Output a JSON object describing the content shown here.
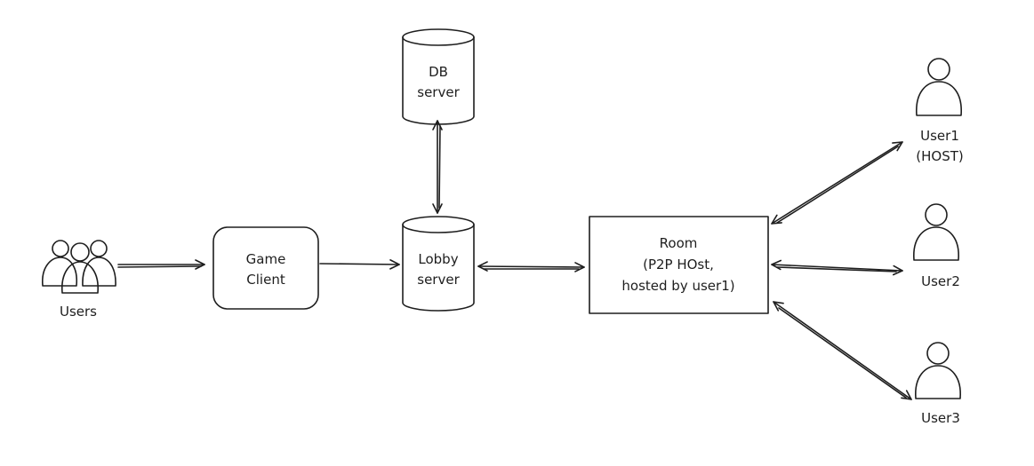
{
  "nodes": {
    "users": {
      "label": "Users"
    },
    "game_client": {
      "line1": "Game",
      "line2": "Client"
    },
    "db_server": {
      "line1": "DB",
      "line2": "server"
    },
    "lobby_server": {
      "line1": "Lobby",
      "line2": "server"
    },
    "room": {
      "line1": "Room",
      "line2": "(P2P HOst,",
      "line3": "hosted by user1)"
    },
    "user1": {
      "line1": "User1",
      "line2": "(HOST)"
    },
    "user2": {
      "label": "User2"
    },
    "user3": {
      "label": "User3"
    }
  },
  "colors": {
    "stroke": "#1e1e1e",
    "cylinder_fill": "#ced4da",
    "room_fill": "#e9ecef",
    "person_fill": "#ced4da",
    "hatch": "#a9a9a9"
  },
  "edges": [
    {
      "from": "users",
      "to": "game_client",
      "direction": "forward"
    },
    {
      "from": "game_client",
      "to": "lobby_server",
      "direction": "forward"
    },
    {
      "from": "db_server",
      "to": "lobby_server",
      "direction": "both"
    },
    {
      "from": "lobby_server",
      "to": "room",
      "direction": "both"
    },
    {
      "from": "room",
      "to": "user1",
      "direction": "both"
    },
    {
      "from": "room",
      "to": "user2",
      "direction": "both"
    },
    {
      "from": "room",
      "to": "user3",
      "direction": "both"
    }
  ]
}
